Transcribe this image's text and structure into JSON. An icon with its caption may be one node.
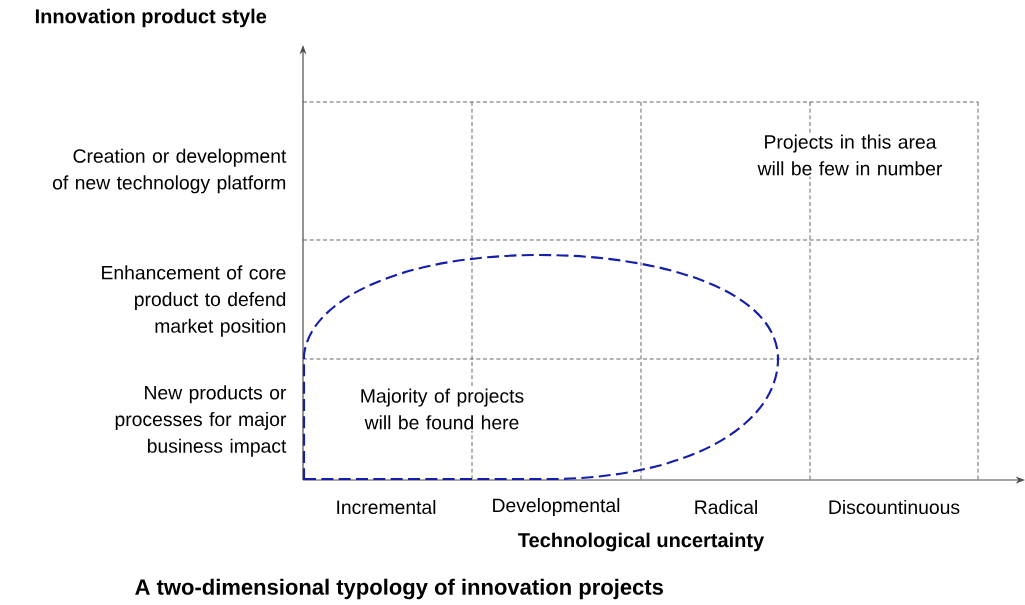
{
  "diagram": {
    "caption": "A two-dimensional typology of innovation projects",
    "labels": [
      "Innovation product style",
      "Creation or development of new technology platform",
      "Enhancement of core product to defend market position",
      "New products or processes for major business impact",
      "Projects in this area will be few in number",
      "Majority of projects will be found here",
      "Incremental",
      "Developmental",
      "Radical",
      "Discountinuous",
      "Technological uncertainty"
    ]
  }
}
